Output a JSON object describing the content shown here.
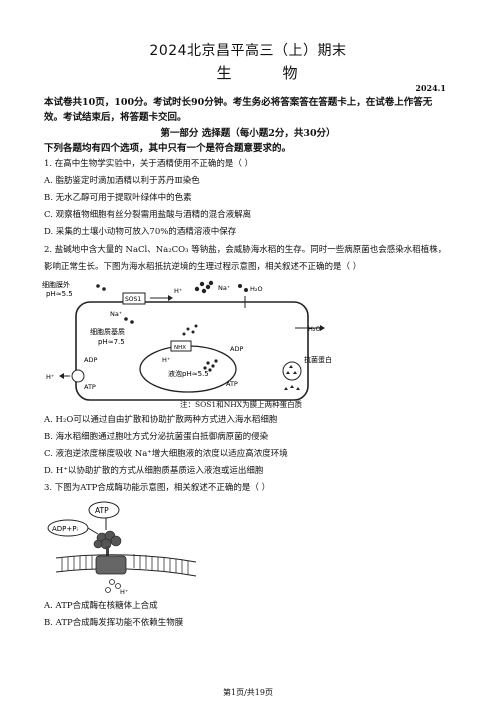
{
  "header": {
    "exam_title": "2024北京昌平高三（上）期末",
    "subject": "生　物",
    "date": "2024.1"
  },
  "instructions": {
    "line1": "本试卷共10页，100分。考试时长90分钟。考生务必将答案答在答题卡上，在试卷上作答无",
    "line2": "效。考试结束后，将答题卡交回。"
  },
  "section": {
    "title": "第一部分  选择题（每小题2分，共30分）",
    "note": "下列各题均有四个选项，其中只有一个是符合题意要求的。"
  },
  "q1": {
    "stem": "1. 在高中生物学实验中，关于酒精使用不正确的是（   ）",
    "options": [
      "A. 脂肪鉴定时滴加酒精以利于苏丹Ⅲ染色",
      "B. 无水乙醇可用于提取叶绿体中的色素",
      "C. 观察植物细胞有丝分裂需用盐酸与酒精的混合液解离",
      "D. 采集的土壤小动物可放入70%的酒精溶液中保存"
    ]
  },
  "q2": {
    "stem1": "2. 盐碱地中含大量的  NaCl、Na₂CO₃ 等钠盐，会威胁海水稻的生存。同时一些病原菌也会感染水稻植株，",
    "stem2": "影响正常生长。下图为海水稻抵抗逆境的生理过程示意图，相关叙述不正确的是（    ）",
    "diagram": {
      "outside": "细胞膜外",
      "outside_ph": "pH≈5.5",
      "sos1": "SOS1",
      "h_plus": "H⁺",
      "na_plus": "Na⁺",
      "h2o": "H₂O",
      "cytoplasm": "细胞质基质",
      "cytoplasm_ph": "pH≈7.5",
      "nhx": "NHX",
      "adp": "ADP",
      "atp": "ATP",
      "vacuole": "液泡pH≈5.5",
      "antibacterial": "抗菌蛋白",
      "note": "注：SOS1和NHX为膜上两种蛋白质"
    },
    "options": [
      "A. H₂O可以通过自由扩散和协助扩散两种方式进入海水稻细胞",
      "B. 海水稻细胞通过胞吐方式分泌抗菌蛋白抵御病原菌的侵染",
      "C. 液泡逆浓度梯度吸收 Na⁺增大细胞液的浓度以适应高浓度环境",
      "D. H⁺以协助扩散的方式从细胞质基质运入液泡或运出细胞"
    ]
  },
  "q3": {
    "stem": "3. 下图为ATP合成酶功能示意图，相关叙述不正确的是（     ）",
    "diagram": {
      "atp": "ATP",
      "adp_pi": "ADP+Pᵢ",
      "h_plus": "H⁺"
    },
    "options": [
      "A. ATP合成酶在核糖体上合成",
      "B. ATP合成酶发挥功能不依赖生物膜"
    ]
  },
  "footer": {
    "page": "第1页/共19页"
  }
}
